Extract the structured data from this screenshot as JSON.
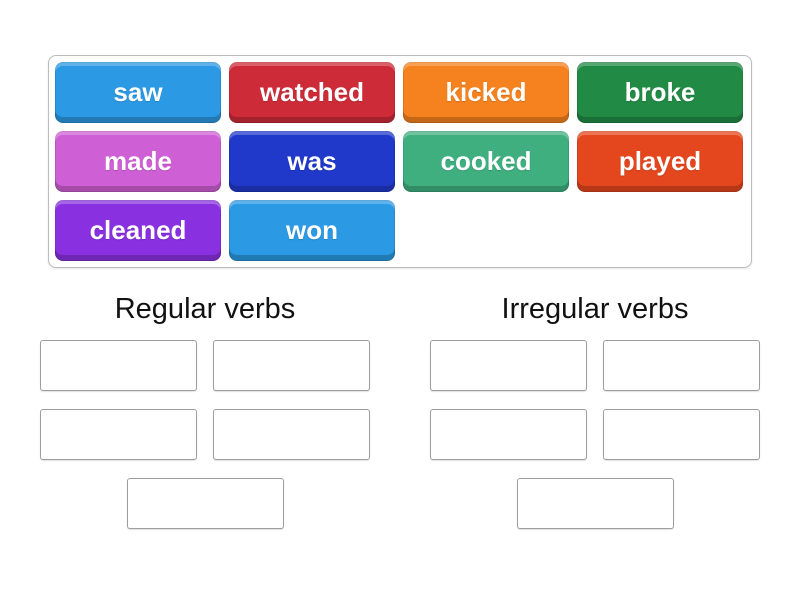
{
  "word_bank": {
    "tiles": [
      {
        "label": "saw",
        "color": "#2B99E3"
      },
      {
        "label": "watched",
        "color": "#CE2B39"
      },
      {
        "label": "kicked",
        "color": "#F5821E"
      },
      {
        "label": "broke",
        "color": "#218A45"
      },
      {
        "label": "made",
        "color": "#CF5FD4"
      },
      {
        "label": "was",
        "color": "#2139CB"
      },
      {
        "label": "cooked",
        "color": "#3FAF7F"
      },
      {
        "label": "played",
        "color": "#E4471D"
      },
      {
        "label": "cleaned",
        "color": "#8931E0"
      },
      {
        "label": "won",
        "color": "#2B99E3"
      }
    ]
  },
  "groups": [
    {
      "title": "Regular verbs",
      "empty_slots": 5
    },
    {
      "title": "Irregular verbs",
      "empty_slots": 5
    }
  ],
  "colors": {
    "page_background": "#ffffff",
    "bank_border": "#bcbcbc",
    "slot_border": "#9e9e9e",
    "title_text": "#111111",
    "tile_text": "#ffffff"
  }
}
